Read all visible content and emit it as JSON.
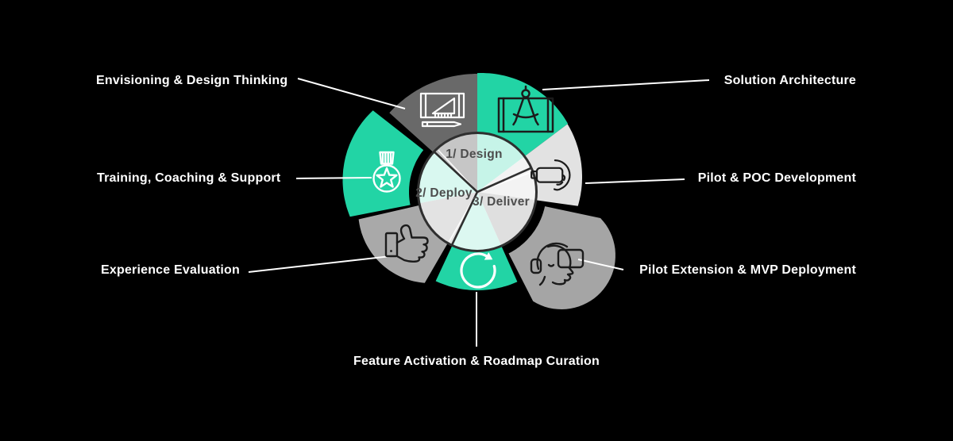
{
  "colors": {
    "background": "#000000",
    "teal_accent": "#22d4a5",
    "dark_gray_segment": "#696969",
    "light_gray_segment": "#e2e2e2",
    "mid_gray_segment": "#a5a5a5",
    "mid_gray_segment_2": "#a9a9a9",
    "connector_white": "#ffffff",
    "circle_outline": "#2f2f2f",
    "phase_text": "#4d4d4d",
    "icon_dark": "#1b1b1b",
    "icon_light": "#ffffff"
  },
  "center_phases": [
    {
      "id": "design",
      "label": "1/ Design"
    },
    {
      "id": "deploy",
      "label": "2/ Deploy"
    },
    {
      "id": "deliver",
      "label": "3/ Deliver"
    }
  ],
  "segments": [
    {
      "id": "envisioning",
      "label": "Envisioning & Design Thinking",
      "icon": "drafting-tools-icon",
      "color": "#696969",
      "icon_color": "#ffffff"
    },
    {
      "id": "solution",
      "label": "Solution Architecture",
      "icon": "drafting-compass-icon",
      "color": "#22d4a5",
      "icon_color": "#1b1b1b"
    },
    {
      "id": "pilot_poc",
      "label": "Pilot & POC Development",
      "icon": "vr-headset-icon",
      "color": "#e2e2e2",
      "icon_color": "#1b1b1b"
    },
    {
      "id": "pilot_ext",
      "label": "Pilot Extension & MVP Deployment",
      "icon": "vr-user-icon",
      "color": "#a5a5a5",
      "icon_color": "#1b1b1b"
    },
    {
      "id": "feature",
      "label": "Feature Activation & Roadmap Curation",
      "icon": "refresh-cycle-icon",
      "color": "#22d4a5",
      "icon_color": "#ffffff"
    },
    {
      "id": "experience",
      "label": "Experience Evaluation",
      "icon": "thumbs-up-icon",
      "color": "#a9a9a9",
      "icon_color": "#1b1b1b"
    },
    {
      "id": "training",
      "label": "Training, Coaching & Support",
      "icon": "medal-icon",
      "color": "#22d4a5",
      "icon_color": "#ffffff"
    }
  ]
}
